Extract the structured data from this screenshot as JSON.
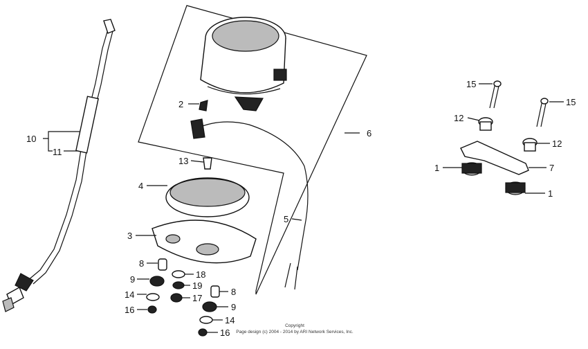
{
  "callouts": [
    {
      "id": "c1a",
      "text": "1"
    },
    {
      "id": "c1b",
      "text": "1"
    },
    {
      "id": "c2",
      "text": "2"
    },
    {
      "id": "c3",
      "text": "3"
    },
    {
      "id": "c4",
      "text": "4"
    },
    {
      "id": "c5",
      "text": "5"
    },
    {
      "id": "c6",
      "text": "6"
    },
    {
      "id": "c7",
      "text": "7"
    },
    {
      "id": "c8a",
      "text": "8"
    },
    {
      "id": "c8b",
      "text": "8"
    },
    {
      "id": "c9a",
      "text": "9"
    },
    {
      "id": "c9b",
      "text": "9"
    },
    {
      "id": "c10",
      "text": "10"
    },
    {
      "id": "c11",
      "text": "11"
    },
    {
      "id": "c12a",
      "text": "12"
    },
    {
      "id": "c12b",
      "text": "12"
    },
    {
      "id": "c13",
      "text": "13"
    },
    {
      "id": "c14a",
      "text": "14"
    },
    {
      "id": "c14b",
      "text": "14"
    },
    {
      "id": "c15a",
      "text": "15"
    },
    {
      "id": "c15b",
      "text": "15"
    },
    {
      "id": "c16a",
      "text": "16"
    },
    {
      "id": "c16b",
      "text": "16"
    },
    {
      "id": "c17",
      "text": "17"
    },
    {
      "id": "c18",
      "text": "18"
    },
    {
      "id": "c19",
      "text": "19"
    }
  ],
  "copyright": {
    "line1": "Copyright",
    "line2": "Page design (c) 2004 - 2014 by ARI Network Services, Inc."
  }
}
